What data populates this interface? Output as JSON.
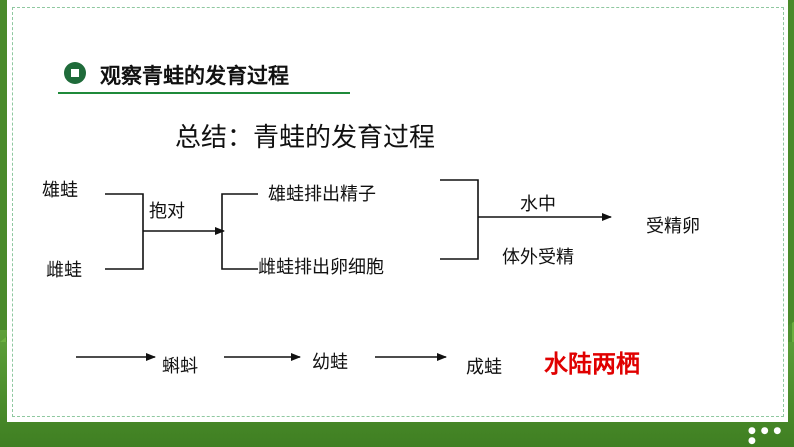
{
  "header": {
    "title": "观察青蛙的发育过程"
  },
  "summary_title": "总结：青蛙的发育过程",
  "nodes": {
    "male": "雄蛙",
    "female": "雌蛙",
    "amplexus": "抱对",
    "male_release": "雄蛙排出精子",
    "female_release": "雌蛙排出卵细胞",
    "in_water": "水中",
    "external_fert": "体外受精",
    "fert_egg": "受精卵",
    "tadpole": "蝌蚪",
    "young_frog": "幼蛙",
    "adult_frog": "成蛙",
    "amphibian": "水陆两栖"
  },
  "colors": {
    "accent_green": "#1f8a3a",
    "highlight_red": "#e00000"
  }
}
